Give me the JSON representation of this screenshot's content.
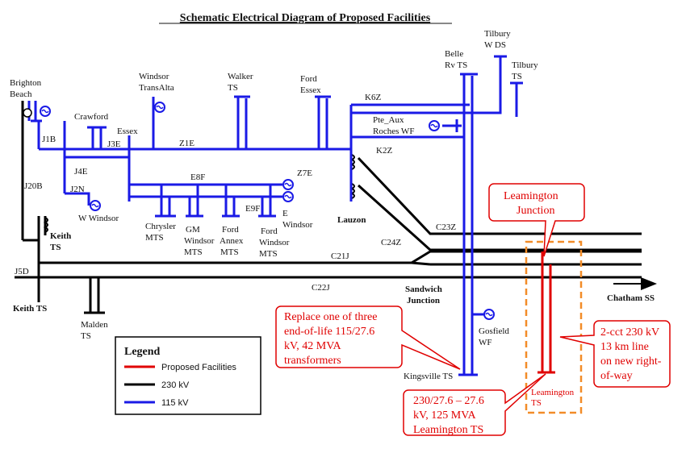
{
  "title": "Schematic Electrical Diagram of Proposed Facilities",
  "stations": {
    "brighton_beach": [
      "Brighton",
      "Beach"
    ],
    "crawford": "Crawford",
    "essex": "Essex",
    "windsor_transalta": [
      "Windsor",
      "TransAlta"
    ],
    "walker": [
      "Walker",
      "TS"
    ],
    "ford_essex": [
      "Ford",
      "Essex"
    ],
    "belle_rv": [
      "Belle",
      "Rv TS"
    ],
    "tilbury_wds": [
      "Tilbury",
      "W DS"
    ],
    "tilbury_ts": [
      "Tilbury",
      "TS"
    ],
    "pte_aux_roches": [
      "Pte_Aux",
      "Roches WF"
    ],
    "w_windsor": "W Windsor",
    "keith_ts": [
      "Keith",
      "TS"
    ],
    "keith_ts_main": "Keith TS",
    "chrysler": [
      "Chrysler",
      "MTS"
    ],
    "gm_windsor": [
      "GM",
      "Windsor",
      "MTS"
    ],
    "ford_annex": [
      "Ford",
      "Annex",
      "MTS"
    ],
    "ford_windsor": [
      "Ford",
      "Windsor",
      "MTS"
    ],
    "e_windsor": [
      "E",
      "Windsor"
    ],
    "lauzon": "Lauzon",
    "malden": [
      "Malden",
      "TS"
    ],
    "sandwich": [
      "Sandwich",
      "Junction"
    ],
    "gosfield": [
      "Gosfield",
      "WF"
    ],
    "kingsville": "Kingsville TS",
    "chatham": "Chatham SS",
    "leamington_ts": [
      "Leamington",
      "TS"
    ]
  },
  "circuits": {
    "j1b": "J1B",
    "j3e": "J3E",
    "z1e": "Z1E",
    "j4e": "J4E",
    "j20b": "J20B",
    "j2n": "J2N",
    "e8f": "E8F",
    "e9f": "E9F",
    "z7e": "Z7E",
    "k6z": "K6Z",
    "k2z": "K2Z",
    "c23z": "C23Z",
    "c24z": "C24Z",
    "c21j": "C21J",
    "j5d": "J5D",
    "c22j": "C22J"
  },
  "callouts": {
    "leamington_junction": [
      "Leamington",
      "Junction"
    ],
    "replace": [
      "Replace one of three",
      "end-of-life 115/27.6",
      "kV, 42 MVA",
      "transformers"
    ],
    "line": [
      "2-cct 230 kV",
      "13 km line",
      "on new right-",
      "of-way"
    ],
    "transformer": [
      "230/27.6 – 27.6",
      "kV, 125 MVA",
      "Leamington TS"
    ]
  },
  "legend": {
    "title": "Legend",
    "items": [
      {
        "label": "Proposed Facilities",
        "color": "#e00000"
      },
      {
        "label": "230 kV",
        "color": "#000000"
      },
      {
        "label": "115 kV",
        "color": "#1a1ae6"
      }
    ]
  },
  "colors": {
    "kv230": "#000000",
    "kv115": "#1a1ae6",
    "proposed": "#e00000",
    "study_area": "#f28c28"
  }
}
